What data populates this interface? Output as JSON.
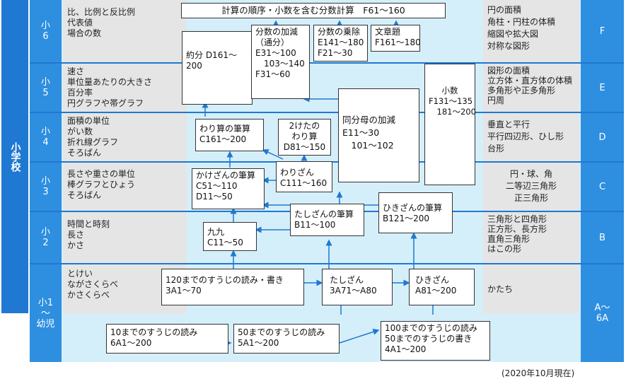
{
  "school_label": "小学校",
  "note": "(2020年10月現在)",
  "rows": [
    {
      "grade": "小\n6",
      "left": "比、比例と反比例\n代表値\n場合の数",
      "right": "円の面積\n角柱・円柱の体積\n縮図や拡大図\n対称な図形",
      "code": "F"
    },
    {
      "grade": "小\n5",
      "left": "速さ\n単位量あたりの大きさ\n百分率\n円グラフや帯グラフ",
      "right": "図形の面積\n立方体・直方体の体積\n多角形や正多角形\n円周",
      "code": "E"
    },
    {
      "grade": "小\n4",
      "left": "面積の単位\nがい数\n折れ線グラフ\nそろばん",
      "right": "垂直と平行\n平行四辺形、ひし形\n台形",
      "code": "D"
    },
    {
      "grade": "小\n3",
      "left": "長さや重さの単位\n棒グラフとひょう\nそろばん",
      "right": "円・球、角\n二等辺三角形\n正三角形",
      "code": "C"
    },
    {
      "grade": "小\n2",
      "left": "時間と時刻\n長さ\nかさ",
      "right": "三角形と四角形\n正方形、長方形\n直角三角形\nはこの形",
      "code": "B"
    },
    {
      "grade": "小1\n〜\n幼児",
      "left": "とけい\nながさくらべ\nかさくらべ",
      "right": "かたち",
      "code": "A〜\n6A"
    }
  ],
  "boxes": {
    "keisan": "計算の順序・小数を含む分数計算　F61〜160",
    "yakubun": "約分\nD161〜200",
    "bunsu_kagen": "分数の加減\n（通分）\nE31〜100\n　103〜140\nF31〜60",
    "bunsu_jojo": "分数の乗除\nE141〜180\nF21〜30",
    "bunshodai": "文章題\nF161〜180",
    "shosu": "小数\nF131〜135\n　181〜200",
    "dobunbo": "同分母の加減\nE11〜30\n　101〜102",
    "warizan_hissan": "わり算の筆算\nC161〜200",
    "futaketa": "2けたの\nわり算\nD81〜150",
    "kakezan_hissan": "かけざんの筆算\nC51〜110\nD11〜50",
    "warizan": "わりざん\nC111〜160",
    "kuku": "九九\nC11〜50",
    "tashizan_hissan": "たしざんの筆算\nB11〜100",
    "hikizan_hissan": "ひきざんの筆算\nB121〜200",
    "yomikaki120": "120までのすうじの読み・書き\n3A1〜70",
    "tashizan": "たしざん\n3A71〜A80",
    "hikizan": "ひきざん\nA81〜200",
    "yomi10": "10までのすうじの読み\n6A1〜200",
    "yomi50": "50までのすうじの読み\n5A1〜200",
    "yomikaki100": "100までのすうじの読み\n50までのすうじの書き\n4A1〜200"
  }
}
